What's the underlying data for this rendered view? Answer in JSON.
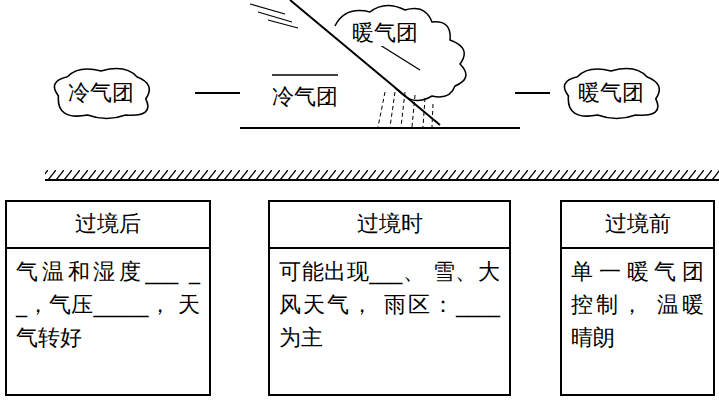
{
  "diagram": {
    "nodes": [
      {
        "text": [
          "冷气团"
        ]
      },
      {
        "text": [
          "暖气团"
        ]
      },
      {
        "text": [
          "过境后",
          "气温和湿度___ __，气压_____， 天气转好"
        ]
      },
      {
        "text": [
          "过境时",
          "可能出现___、 雪、大风天气， 雨区：____为主"
        ]
      },
      {
        "text": [
          "过境前",
          "单一暖气团 控制， 温暖晴朗"
        ]
      }
    ],
    "labels": [
      "暖气团",
      "冷气团"
    ]
  }
}
